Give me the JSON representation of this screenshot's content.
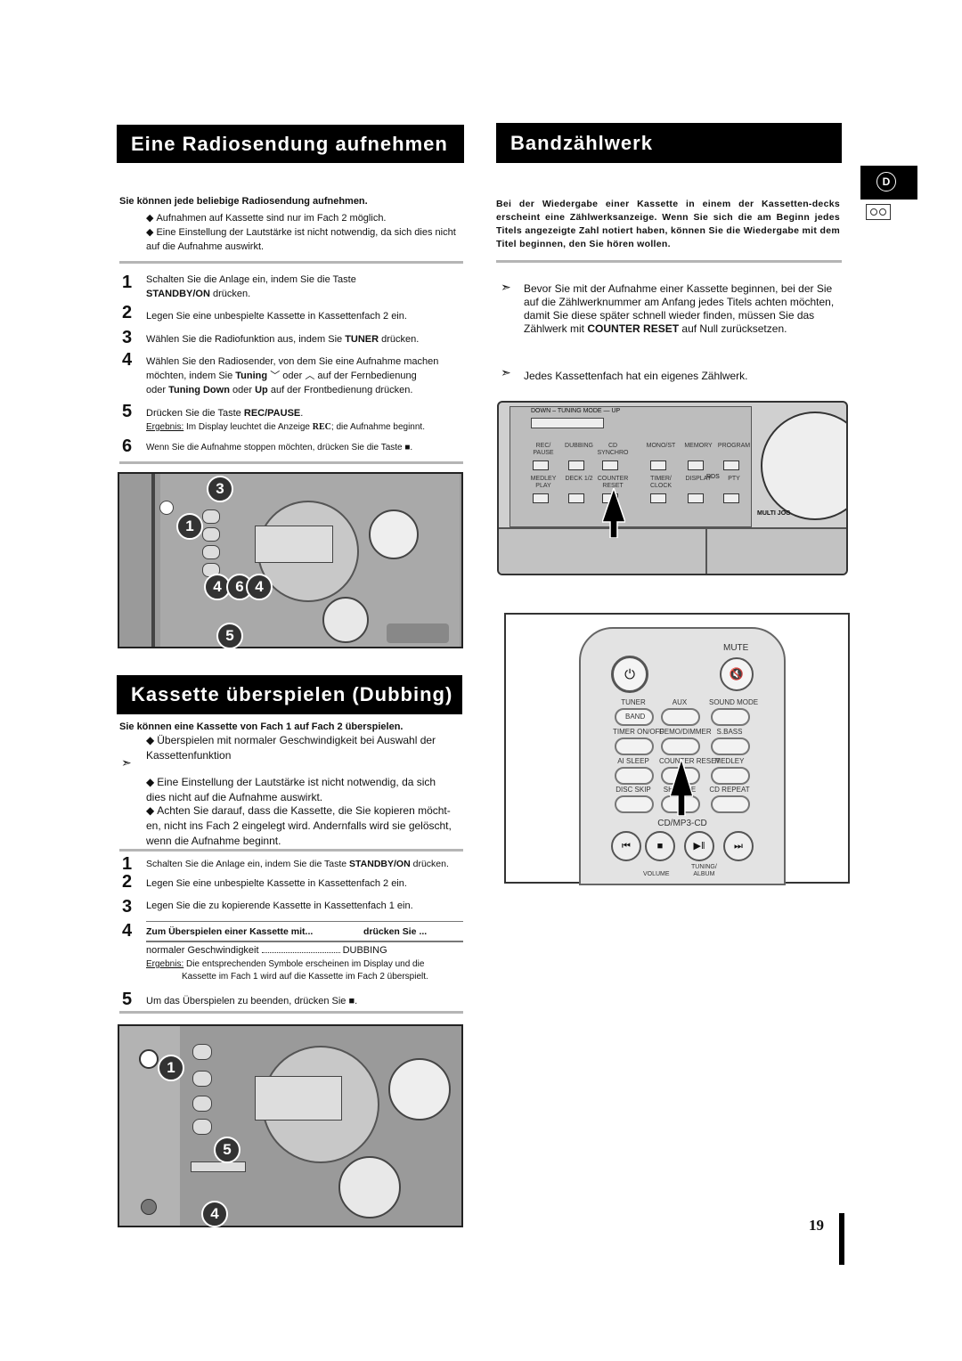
{
  "left": {
    "header": "Eine Radiosendung aufnehmen",
    "intro": "Sie können jede beliebige Radiosendung aufnehmen.",
    "bullets": [
      "Aufnahmen auf Kassette sind nur im Fach 2 möglich.",
      "Eine Einstellung der Lautstärke ist nicht notwendig, da sich dies nicht auf die Aufnahme auswirkt."
    ],
    "steps": [
      {
        "num": "1",
        "pre": "Schalten Sie die Anlage ein, indem Sie die Taste",
        "bold": "STANDBY/ON",
        "post": "drücken."
      },
      {
        "num": "2",
        "text": "Legen Sie eine unbespielte Kassette in Kassettenfach 2 ein."
      },
      {
        "num": "3",
        "pre": "Wählen Sie die Radiofunktion aus, indem Sie",
        "bold": "TUNER",
        "post": "drücken."
      },
      {
        "num": "4",
        "line1": "Wählen Sie den Radiosender, von dem Sie eine Aufnahme machen",
        "line2_pre": "möchten, indem Sie",
        "tuning": "Tuning",
        "oder": "oder",
        "line2_post": "auf der Fernbedienung",
        "line3_pre": "oder",
        "tuning_down": "Tuning Down",
        "line3_mid": "oder",
        "up": "Up",
        "line3_post": "auf der Frontbedienung drücken."
      },
      {
        "num": "5",
        "pre": "Drücken Sie die Taste",
        "bold": "REC/PAUSE",
        "post": ".",
        "result_label": "Ergebnis:",
        "result_pre": "Im Display leuchtet die Anzeige",
        "result_rec": "REC",
        "result_post": "; die Aufnahme beginnt."
      },
      {
        "num": "6",
        "text": "Wenn Sie die Aufnahme stoppen möchten, drücken Sie die Taste"
      }
    ],
    "fig_callouts": [
      "3",
      "1",
      "4",
      "6",
      "4",
      "5"
    ]
  },
  "dubbing": {
    "header": "Kassette überspielen (Dubbing)",
    "intro": "Sie können eine Kassette von Fach 1 auf Fach 2 überspielen.",
    "bullets": [
      "Überspielen mit normaler Geschwindigkeit bei Auswahl der Kassettenfunktion",
      "Eine Einstellung der Lautstärke ist nicht notwendig, da sich dies nicht auf die Aufnahme auswirkt.",
      "Achten Sie darauf, dass die Kassette, die Sie kopieren möcht-en, nicht ins Fach 2 eingelegt wird. Andernfalls wird sie gelöscht, wenn die Aufnahme beginnt."
    ],
    "steps": [
      {
        "num": "1",
        "pre": "Schalten Sie die Anlage ein, indem Sie die Taste",
        "bold": "STANDBY/ON",
        "post": "drücken."
      },
      {
        "num": "2",
        "text": "Legen Sie eine unbespielte Kassette in Kassettenfach 2 ein."
      },
      {
        "num": "3",
        "text": "Legen Sie die zu kopierende Kassette in Kassettenfach 1 ein."
      },
      {
        "num": "4",
        "col1": "Zum Überspielen einer Kassette mit...",
        "col2": "drücken Sie ...",
        "row_label": "normaler Geschwindigkeit",
        "row_value": "DUBBING",
        "result_label": "Ergebnis:",
        "result_line1": "Die entsprechenden Symbole erscheinen im Display und die",
        "result_line2": "Kassette im Fach 1 wird auf die Kassette im Fach 2 überspielt."
      },
      {
        "num": "5",
        "text": "Um das Überspielen zu beenden, drücken Sie"
      }
    ],
    "fig_callouts": [
      "1",
      "5",
      "4"
    ]
  },
  "right": {
    "header": "Bandzählwerk",
    "intro": "Bei der Wiedergabe einer Kassette in einem der Kassetten-decks erscheint eine Zählwerksanzeige. Wenn Sie sich die am Beginn jedes Titels angezeigte Zahl notiert haben, können Sie die Wiedergabe mit dem Titel beginnen, den Sie hören wollen.",
    "note1_pre": "Bevor Sie mit der Aufnahme einer Kassette beginnen, bei der Sie auf die Zählwerknummer am Anfang jedes Titels achten möchten, damit Sie diese später schnell wieder finden, müssen Sie das Zählwerk mit",
    "note1_bold": "COUNTER RESET",
    "note1_post": "auf Null zurücksetzen.",
    "note2": "Jedes Kassettenfach hat ein eigenes Zählwerk.",
    "panel": {
      "top_label": "DOWN – TUNING MODE — UP",
      "row1": [
        "REC/\nPAUSE",
        "DUBBING",
        "CD\nSYNCHRO",
        "MONO/ST",
        "MEMORY",
        "PROGRAM"
      ],
      "row2": [
        "MEDLEY\nPLAY",
        "DECK 1/2",
        "COUNTER\nRESET",
        "TIMER/\nCLOCK",
        "DISPLAY",
        "PTY"
      ],
      "rds": "RDS",
      "multi_jog": "MULTI JOG"
    },
    "remote": {
      "mute": "MUTE",
      "row1": [
        "TUNER",
        "AUX",
        "SOUND MODE"
      ],
      "band": "BAND",
      "row2": [
        "TIMER ON/OFF",
        "DEMO/DIMMER",
        "S.BASS"
      ],
      "row3": [
        "AI SLEEP",
        "COUNTER RESET",
        "MEDLEY"
      ],
      "row4": [
        "DISC SKIP",
        "SHUFFLE",
        "CD REPEAT"
      ],
      "cd_label": "CD/MP3-CD",
      "volume": "VOLUME",
      "tuning": "TUNING/\nALBUM"
    }
  },
  "side_tab": {
    "letter": "D"
  },
  "page_number": "19"
}
